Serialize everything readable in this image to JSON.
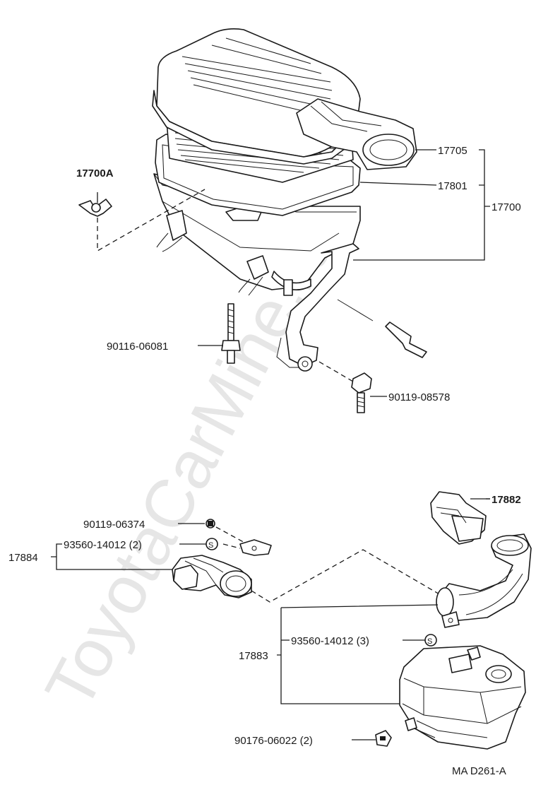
{
  "watermark": "ToyotaCarMine.ru",
  "diagram_code": "MA D261-A",
  "labels": {
    "p17700A": "17700A",
    "p17705": "17705",
    "p17801": "17801",
    "p17700": "17700",
    "p90116": "90116-06081",
    "p90119_08578": "90119-08578",
    "p17882": "17882",
    "p90119_06374": "90119-06374",
    "p93560_2": "93560-14012 (2)",
    "p17884": "17884",
    "p93560_3": "93560-14012 (3)",
    "p17883": "17883",
    "p90176": "90176-06022 (2)"
  },
  "symbols": {
    "s": "S"
  }
}
